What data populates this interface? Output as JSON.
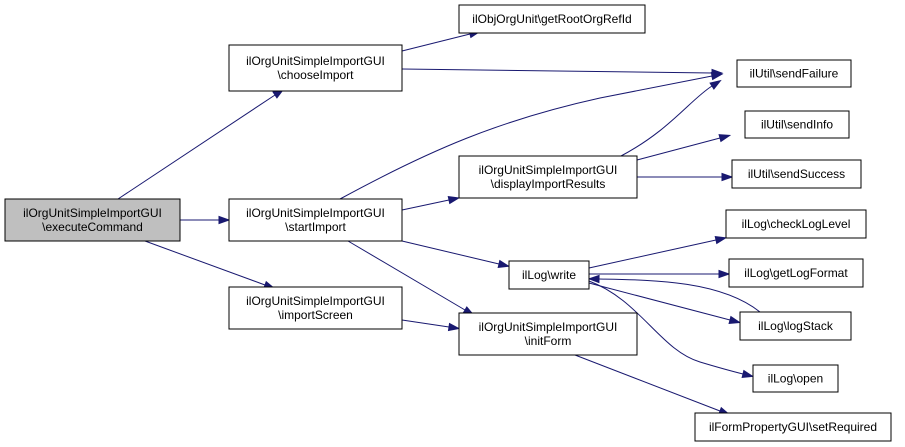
{
  "colors": {
    "edge": "#191970",
    "root_fill": "#bfbfbf",
    "node_fill": "#ffffff",
    "node_border": "#000000"
  },
  "nodes": {
    "execute": [
      "ilOrgUnitSimpleImportGUI",
      "\\executeCommand"
    ],
    "choose": [
      "ilOrgUnitSimpleImportGUI",
      "\\chooseImport"
    ],
    "start": [
      "ilOrgUnitSimpleImportGUI",
      "\\startImport"
    ],
    "importscreen": [
      "ilOrgUnitSimpleImportGUI",
      "\\importScreen"
    ],
    "getroot": [
      "ilObjOrgUnit\\getRootOrgRefId"
    ],
    "display": [
      "ilOrgUnitSimpleImportGUI",
      "\\displayImportResults"
    ],
    "logwrite": [
      "ilLog\\write"
    ],
    "initform": [
      "ilOrgUnitSimpleImportGUI",
      "\\initForm"
    ],
    "sendfailure": [
      "ilUtil\\sendFailure"
    ],
    "sendinfo": [
      "ilUtil\\sendInfo"
    ],
    "sendsuccess": [
      "ilUtil\\sendSuccess"
    ],
    "checkloglevel": [
      "ilLog\\checkLogLevel"
    ],
    "getlogformat": [
      "ilLog\\getLogFormat"
    ],
    "logstack": [
      "ilLog\\logStack"
    ],
    "logopen": [
      "ilLog\\open"
    ],
    "setrequired": [
      "ilFormPropertyGUI\\setRequired"
    ]
  }
}
